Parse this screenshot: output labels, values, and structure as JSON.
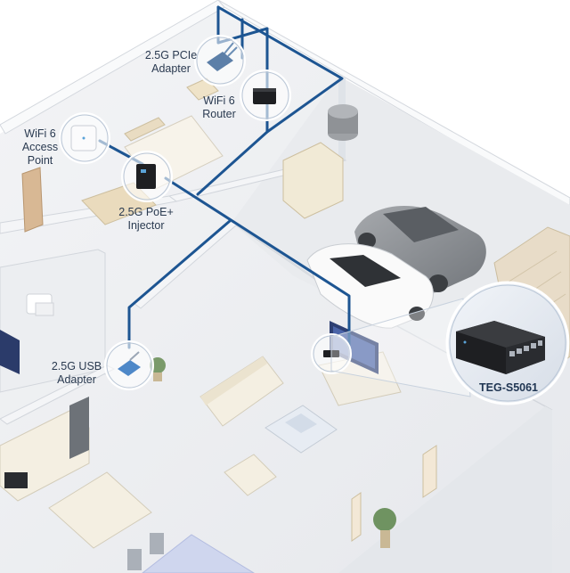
{
  "devices": {
    "pcie_adapter": {
      "line1": "2.5G PCIe",
      "line2": "Adapter",
      "icon": "pcie-card-icon"
    },
    "router": {
      "line1": "WiFi 6",
      "line2": "Router",
      "icon": "router-icon"
    },
    "access_point": {
      "line1": "WiFi 6",
      "line2": "Access",
      "line3": "Point",
      "icon": "access-point-icon"
    },
    "poe_injector": {
      "line1": "2.5G PoE+",
      "line2": "Injector",
      "icon": "poe-injector-icon"
    },
    "usb_adapter": {
      "line1": "2.5G USB",
      "line2": "Adapter",
      "icon": "usb-adapter-icon"
    },
    "switch": {
      "label": "TEG-S5061",
      "icon": "network-switch-icon"
    }
  },
  "colors": {
    "cable": "#1d5592",
    "floor": "#eef0f3",
    "wall_top": "#f7f8fa",
    "wall_side": "#dde1e6",
    "label_text": "#2a3a50",
    "callout_bg": "#e3e9f1"
  }
}
